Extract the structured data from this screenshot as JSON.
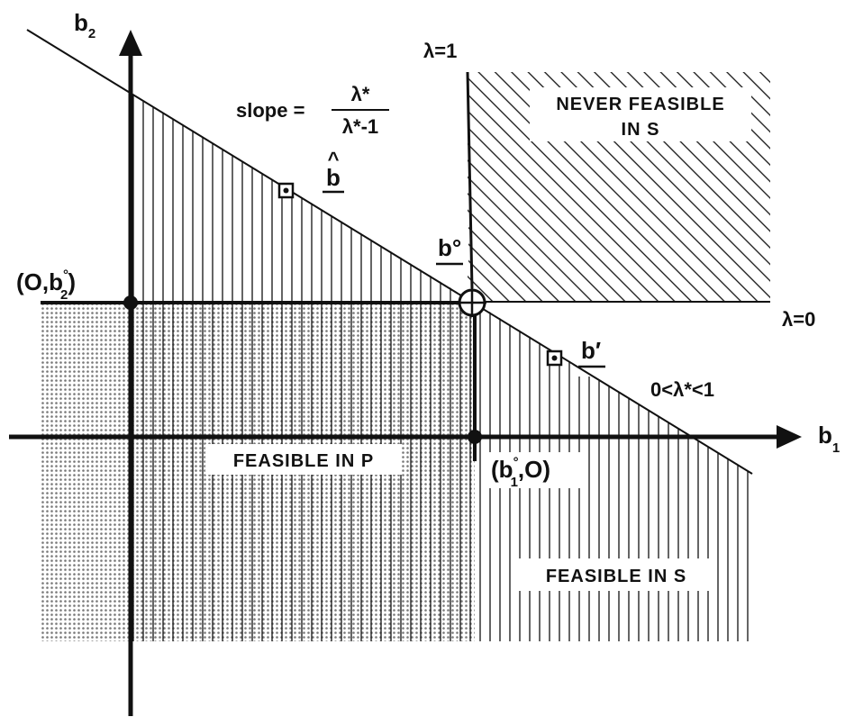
{
  "axes": {
    "x_label": "b",
    "x_sub": "1",
    "y_label": "b",
    "y_sub": "2"
  },
  "lines": {
    "lambda_one": "λ=1",
    "lambda_zero": "λ=0",
    "range": "0<λ*<1"
  },
  "slope": {
    "label": "slope =",
    "numerator": "λ*",
    "denominator": "λ*-1"
  },
  "points": {
    "b_hat": "b",
    "b_hat_accent": "^",
    "b_zero": "b°",
    "b_prime": "b′",
    "y_intercept": {
      "open": "(O,",
      "b": "b",
      "sup": "°",
      "sub": "2",
      "close": ")"
    },
    "x_intercept": {
      "open": "(",
      "b": "b",
      "sup": "°",
      "sub": "1",
      "close": ",O)"
    }
  },
  "regions": {
    "never_feasible_line1": "NEVER FEASIBLE",
    "never_feasible_line2": "IN S",
    "feasible_p": "FEASIBLE IN P",
    "feasible_s": "FEASIBLE IN S"
  },
  "colors": {
    "ink": "#111111",
    "background": "#ffffff",
    "dot_fill": "#9a9a9a"
  }
}
